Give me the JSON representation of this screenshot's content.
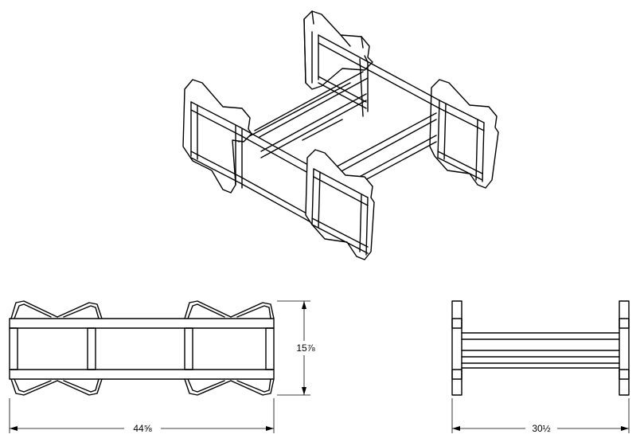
{
  "drawing": {
    "dimensions": {
      "front_width": "44⅝",
      "front_height": "15⅞",
      "side_width": "30½"
    }
  }
}
